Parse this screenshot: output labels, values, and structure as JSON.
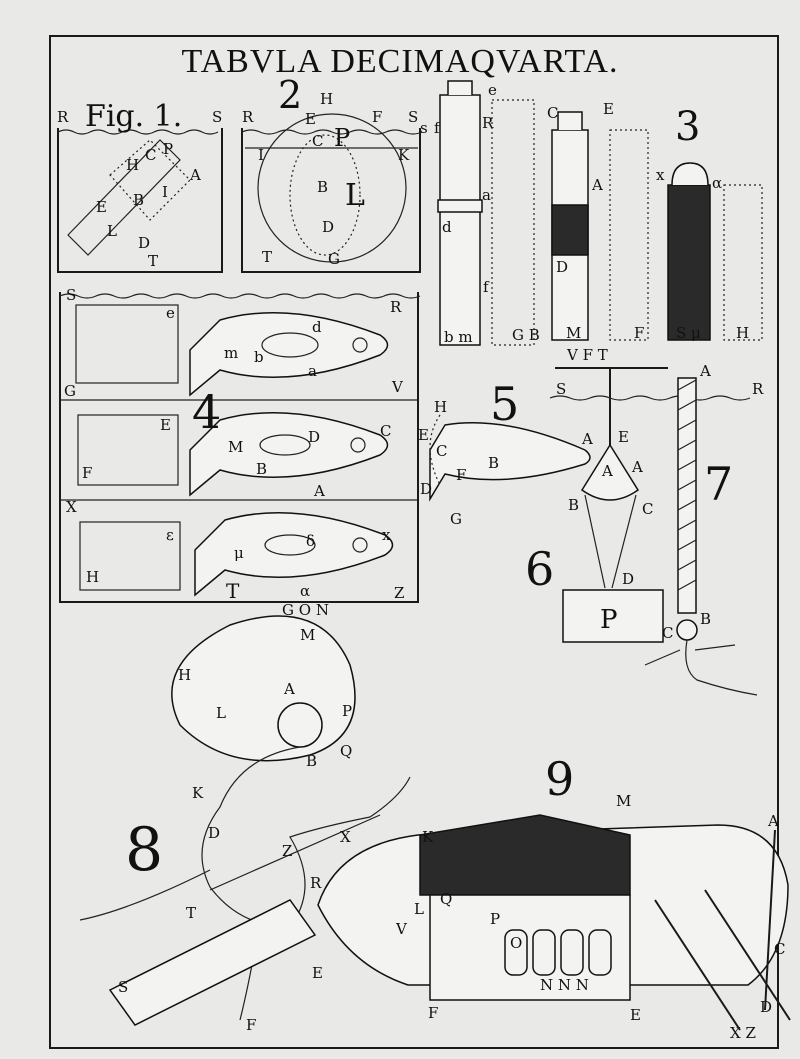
{
  "title": "TABVLA DECIMAQVARTA.",
  "figures": {
    "fig1": "Fig. 1.",
    "fig2": "2",
    "fig3": "3",
    "fig4": "4",
    "fig5": "5",
    "fig6": "6",
    "fig7": "7",
    "fig8": "8",
    "fig9": "9"
  },
  "fig1": {
    "labels": [
      "R",
      "S",
      "H",
      "C",
      "P",
      "A",
      "B",
      "I",
      "E",
      "L",
      "D",
      "T"
    ]
  },
  "fig2": {
    "labels": [
      "R",
      "E",
      "H",
      "F",
      "S",
      "P",
      "L",
      "I",
      "K",
      "C",
      "B",
      "D",
      "T",
      "G"
    ]
  },
  "fig3": {
    "labels": [
      "s",
      "f",
      "R",
      "a",
      "d",
      "b m",
      "e",
      "f",
      "G B",
      "C",
      "A",
      "D",
      "M",
      "E",
      "F",
      "α",
      "x",
      "S μ",
      "H"
    ]
  },
  "fig4": {
    "labels": [
      "S",
      "R",
      "e",
      "d",
      "m",
      "b",
      "a",
      "G",
      "V",
      "E",
      "M",
      "D",
      "C",
      "B",
      "F",
      "A",
      "X",
      "ε",
      "μ",
      "δ",
      "x",
      "H",
      "T",
      "α",
      "Z"
    ]
  },
  "fig5": {
    "labels": [
      "H",
      "E",
      "C",
      "F",
      "B",
      "A",
      "D",
      "G"
    ]
  },
  "fig6": {
    "labels": [
      "V F T",
      "S",
      "R",
      "A",
      "E",
      "A",
      "B",
      "C",
      "D",
      "P"
    ]
  },
  "fig7": {
    "labels": [
      "A",
      "C",
      "B"
    ]
  },
  "fig8": {
    "labels": [
      "G O N",
      "M",
      "H",
      "A",
      "L",
      "P",
      "B",
      "Q",
      "K",
      "D",
      "X",
      "Z",
      "R",
      "T",
      "S",
      "E",
      "F"
    ]
  },
  "fig9": {
    "labels": [
      "M",
      "A",
      "K",
      "L",
      "Q",
      "V",
      "P",
      "O",
      "N N N",
      "F",
      "E",
      "C",
      "D",
      "X Z"
    ]
  }
}
